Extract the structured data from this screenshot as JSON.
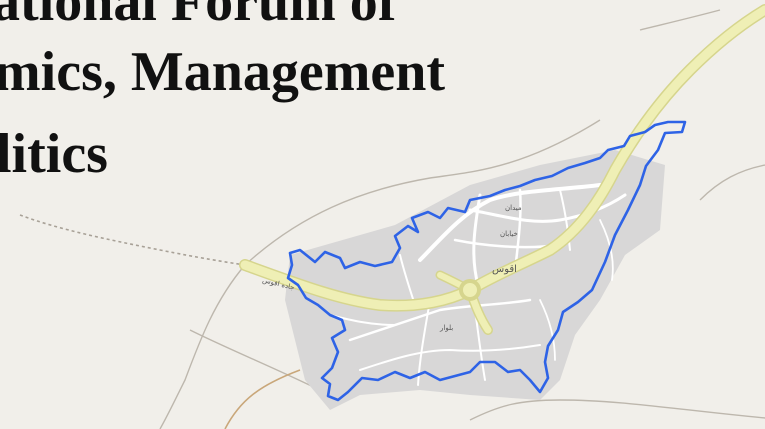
{
  "title": {
    "line1": "ational Forum of",
    "line2": "mics, Management",
    "line3": "litics"
  },
  "map": {
    "city_label": "اقوس",
    "street_labels": [
      "میدان",
      "خیابان",
      "بلوار"
    ],
    "road_label": "جاده اقوس",
    "colors": {
      "background": "#f1efea",
      "urban_area": "#d9d8d8",
      "boundary": "#2e63e6",
      "main_road": "#eef0b0",
      "main_road_edge": "#d9d98a",
      "streets": "#ffffff",
      "minor_roads": "#b8b2a8",
      "dashed_track": "#aaa39a"
    }
  }
}
